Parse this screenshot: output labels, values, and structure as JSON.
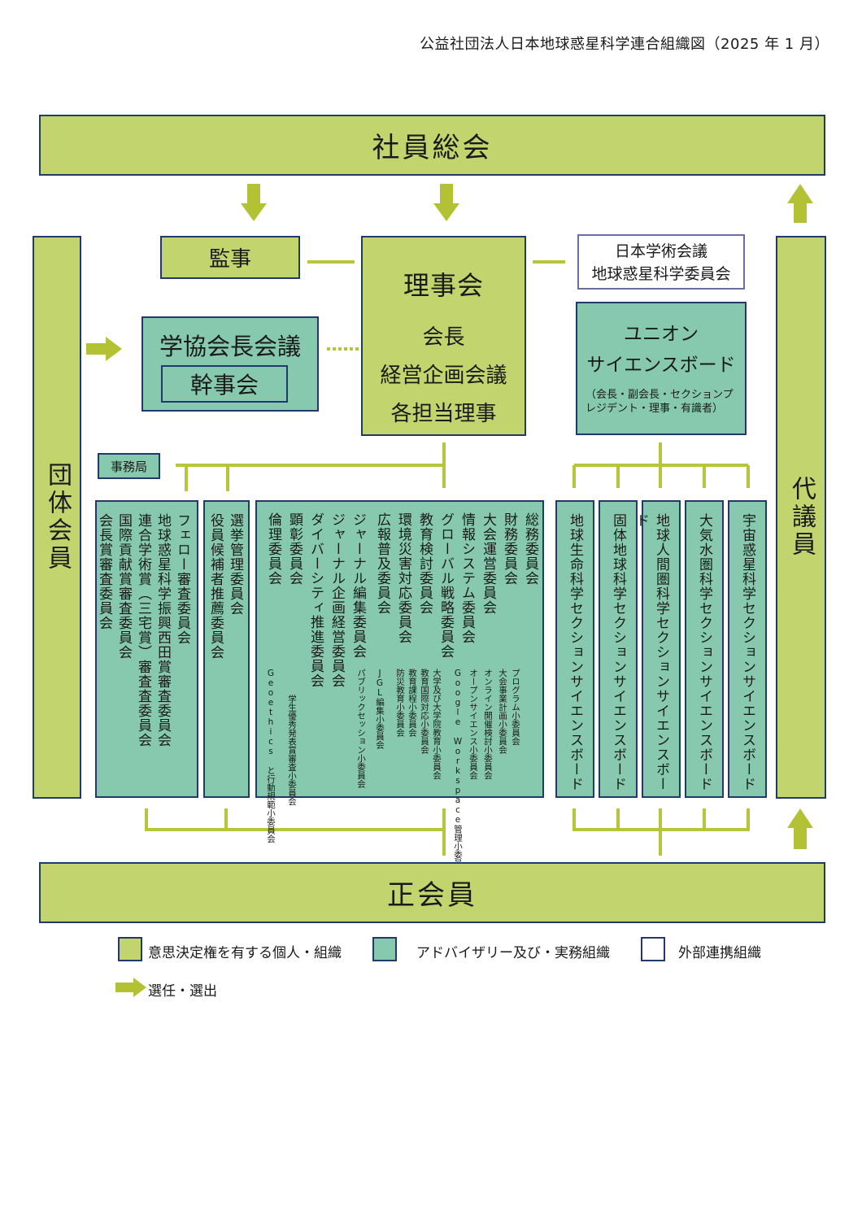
{
  "title": "公益社団法人日本地球惑星科学連合組織図（2025 年 1 月）",
  "general_assembly": "社員総会",
  "auditor": "監事",
  "board": {
    "name": "理事会",
    "members": [
      "会長",
      "経営企画会議",
      "各担当理事"
    ]
  },
  "scj": {
    "line1": "日本学術会議",
    "line2": "地球惑星科学委員会"
  },
  "union_board": {
    "line1": "ユニオン",
    "line2": "サイエンスボード",
    "note": "（会長・副会長・セクションプレジデント・理事・有識者）"
  },
  "society_council": "学協会長会議",
  "secretaries": "幹事会",
  "group_members": "団体会員",
  "delegates": "代議員",
  "secretariat": "事務局",
  "regular_members": "正会員",
  "awards_committees": [
    "フェロー審査委員会",
    "地球惑星科学振興西田賞審査委員会",
    "連合学術賞（三宅賞）審査査委員会",
    "国際貢献賞審査委員会",
    "会長賞審査委員会"
  ],
  "election_committees": [
    "選挙管理委員会",
    "役員候補者推薦委員会"
  ],
  "committees": [
    "総務委員会",
    "財務委員会",
    "大会運営委員会",
    "情報システム委員会",
    "グローバル戦略委員会",
    "教育検討委員会",
    "環境災害対応委員会",
    "広報普及委員会",
    "ジャーナル編集委員会",
    "ジャーナル企画経営委員会",
    "ダイバーシティ推進委員会",
    "顕彰委員会",
    "倫理委員会"
  ],
  "subcommittees": {
    "convention": [
      "プログラム小委員会",
      "大会事業計画小委員会",
      "オンライン開催検討小委員会"
    ],
    "info": [
      "オープンサイエンス小委員会",
      "Google Workspace管理小委員会"
    ],
    "education": [
      "大学及び大学院教育小委員会",
      "教育国際対応小委員会",
      "教育課程小委員会",
      "防災教育小委員会"
    ],
    "pr": [
      "JGL編集小委員会",
      "パブリックセッション小委員会"
    ],
    "awards": [
      "学生優秀発表賞審査小委員会"
    ],
    "ethics": [
      "Geoethics と行動規範小委員会"
    ]
  },
  "sections": [
    "地球生命科学セクションサイエンスボード",
    "固体地球科学セクションサイエンスボード",
    "地球人間圏科学セクションサイエンスボード",
    "大気水圏科学セクションサイエンスボード",
    "宇宙惑星科学セクションサイエンスボード"
  ],
  "legend": {
    "decision": "意思決定権を有する個人・組織",
    "advisory": "アドバイザリー及び・実務組織",
    "external": "外部連携組織",
    "arrow": "選任・選出"
  },
  "colors": {
    "decision": "#c2d46e",
    "advisory": "#86c9ae",
    "border": "#1f3a6b",
    "line": "#b6c53a",
    "arrow": "#b2c234"
  }
}
